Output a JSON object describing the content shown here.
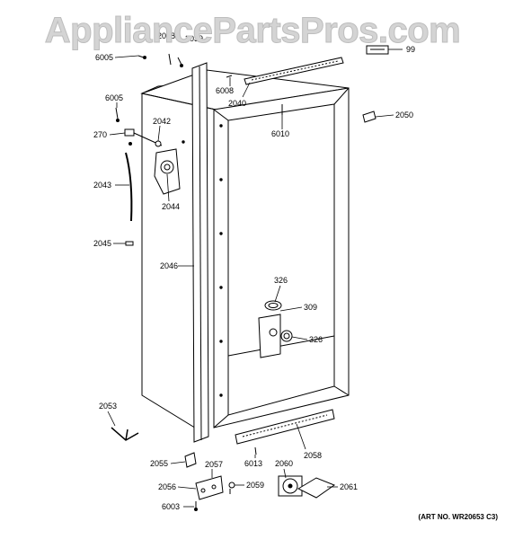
{
  "watermark": "AppliancePartsPros.com",
  "art_number": "(ART NO. WR20653 C3)",
  "callouts": [
    {
      "id": "99",
      "label": "99"
    },
    {
      "id": "2038",
      "label": "2038"
    },
    {
      "id": "2039",
      "label": "2039"
    },
    {
      "id": "6005a",
      "label": "6005"
    },
    {
      "id": "6008",
      "label": "6008"
    },
    {
      "id": "2040",
      "label": "2040"
    },
    {
      "id": "6005b",
      "label": "6005"
    },
    {
      "id": "2042",
      "label": "2042"
    },
    {
      "id": "270",
      "label": "270"
    },
    {
      "id": "2050",
      "label": "2050"
    },
    {
      "id": "6010",
      "label": "6010"
    },
    {
      "id": "2043",
      "label": "2043"
    },
    {
      "id": "2044",
      "label": "2044"
    },
    {
      "id": "2045",
      "label": "2045"
    },
    {
      "id": "2046",
      "label": "2046"
    },
    {
      "id": "326a",
      "label": "326"
    },
    {
      "id": "309",
      "label": "309"
    },
    {
      "id": "326b",
      "label": "326"
    },
    {
      "id": "2053",
      "label": "2053"
    },
    {
      "id": "2058",
      "label": "2058"
    },
    {
      "id": "2055",
      "label": "2055"
    },
    {
      "id": "2057",
      "label": "2057"
    },
    {
      "id": "6013",
      "label": "6013"
    },
    {
      "id": "2060",
      "label": "2060"
    },
    {
      "id": "2061",
      "label": "2061"
    },
    {
      "id": "2056",
      "label": "2056"
    },
    {
      "id": "2059",
      "label": "2059"
    },
    {
      "id": "6003",
      "label": "6003"
    }
  ]
}
